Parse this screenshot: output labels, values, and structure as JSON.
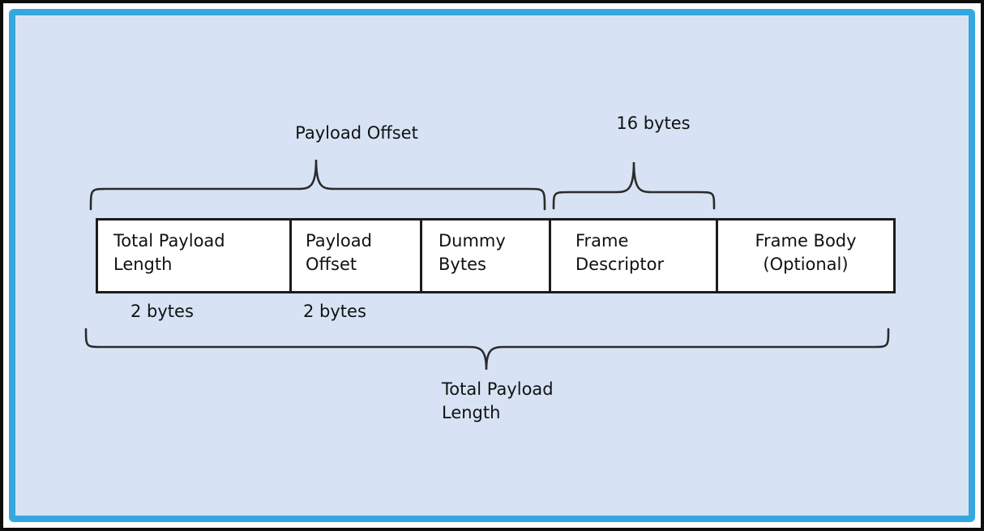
{
  "diagram": {
    "colors": {
      "canvas_background": "#d7e3f4",
      "frame_border": "#35a7de",
      "outer_border": "#0d0d0d",
      "box_fill": "#ffffff",
      "box_border": "#1c1c1c",
      "brace_stroke": "#2b2b2b",
      "text": "#111111"
    },
    "boxes": [
      {
        "label": "Total Payload\nLength"
      },
      {
        "label": "Payload\nOffset"
      },
      {
        "label": "Dummy\nBytes"
      },
      {
        "label": "Frame\nDescriptor"
      },
      {
        "label": "Frame Body\n(Optional)"
      }
    ],
    "braces": {
      "payload_offset": {
        "label": "Payload Offset",
        "position": "top"
      },
      "sixteen_bytes": {
        "label": "16 bytes",
        "position": "top"
      },
      "total_payload_length": {
        "label": "Total Payload\nLength",
        "position": "bottom"
      }
    },
    "byte_notes": [
      {
        "label": "2 bytes"
      },
      {
        "label": "2 bytes"
      }
    ]
  }
}
